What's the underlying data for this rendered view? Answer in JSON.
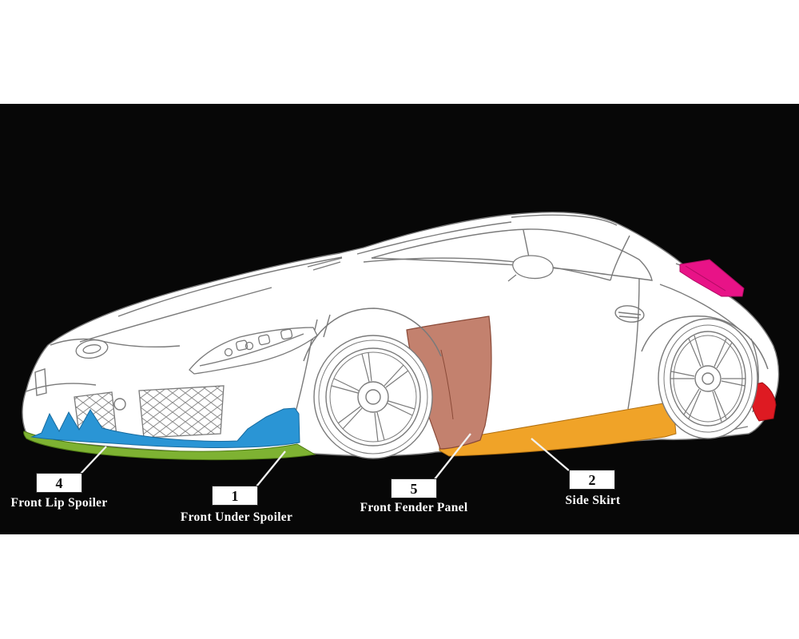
{
  "page": {
    "background_color": "#ffffff",
    "canvas_style": "background:#070707",
    "car_body_color": "#ffffff",
    "line_color": "#7a7a7a"
  },
  "callouts": [
    {
      "number": "4",
      "label": "Front Lip Spoiler",
      "part": "front-lip-spoiler",
      "part_color": "#7eb232"
    },
    {
      "number": "1",
      "label": "Front Under Spoiler",
      "part": "front-under-spoiler",
      "part_color": "#2a95d5"
    },
    {
      "number": "5",
      "label": "Front Fender Panel",
      "part": "front-fender-panel",
      "part_color": "#c3816e"
    },
    {
      "number": "2",
      "label": "Side Skirt",
      "part": "side-skirt",
      "part_color": "#f0a328"
    }
  ],
  "highlighted_unlabeled_parts": [
    {
      "part": "rear-spoiler",
      "color": "#e81387"
    },
    {
      "part": "rear-bumper-corner",
      "color": "#de1a22"
    }
  ]
}
